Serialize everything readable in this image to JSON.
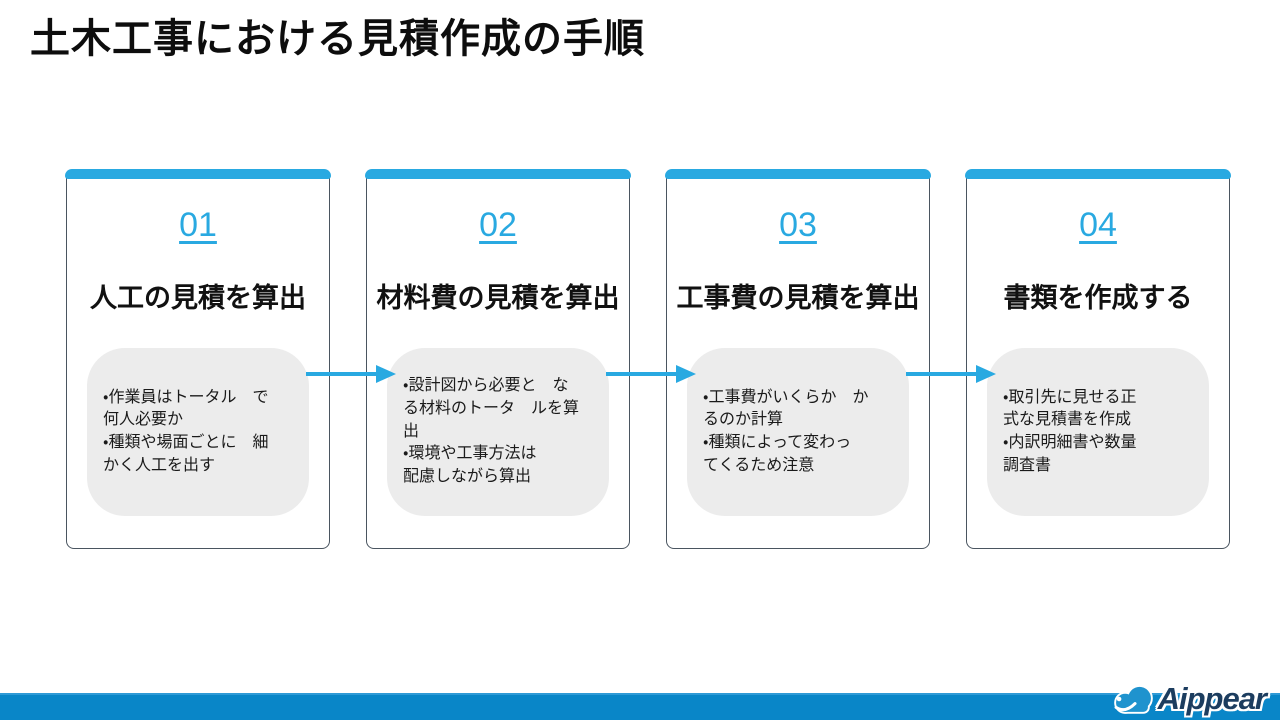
{
  "slide": {
    "title": "土木工事における見積作成の手順"
  },
  "steps": [
    {
      "number": "01",
      "heading": "人工の見積を算出",
      "body": "・作業員はトータル　で\n何人必要か\n・種類や場面ごとに　細\nかく人工を出す"
    },
    {
      "number": "02",
      "heading": "材料費の見積を算出",
      "body": "・設計図から必要と　な\nる材料のトータ　ルを算\n出\n・環境や工事方法は\n配慮しながら算出"
    },
    {
      "number": "03",
      "heading": "工事費の見積を算出",
      "body": "・工事費がいくらか　か\nるのか計算\n・種類によって変わっ\nてくるため注意"
    },
    {
      "number": "04",
      "heading": "書類を作成する",
      "body": "・取引先に見せる正\n式な見積書を作成\n・内訳明細書や数量\n調査書"
    }
  ],
  "footer": {
    "logo_text": "Aippear"
  },
  "icons": {
    "arrow": "arrow-right-icon",
    "logo_mark": "cloud-icon"
  },
  "colors": {
    "accent": "#29A9E1",
    "bar": "#0986C8",
    "card-border": "#4A5560",
    "box": "#ECECEC",
    "logo-navy": "#1C3D5F",
    "cloud": "#1F93CE"
  }
}
